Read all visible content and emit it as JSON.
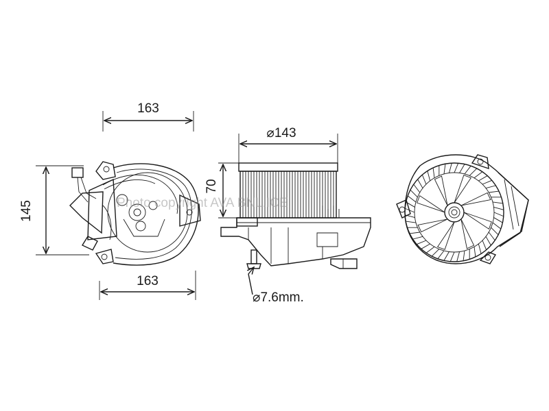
{
  "dimensions": {
    "front_width_top": "163",
    "front_width_bottom": "163",
    "front_height": "145",
    "side_diameter": "⌀143",
    "side_height": "70",
    "shaft_diameter": "⌀7.6mm."
  },
  "watermark": "Photo copyright AVA BNL.ICE"
}
